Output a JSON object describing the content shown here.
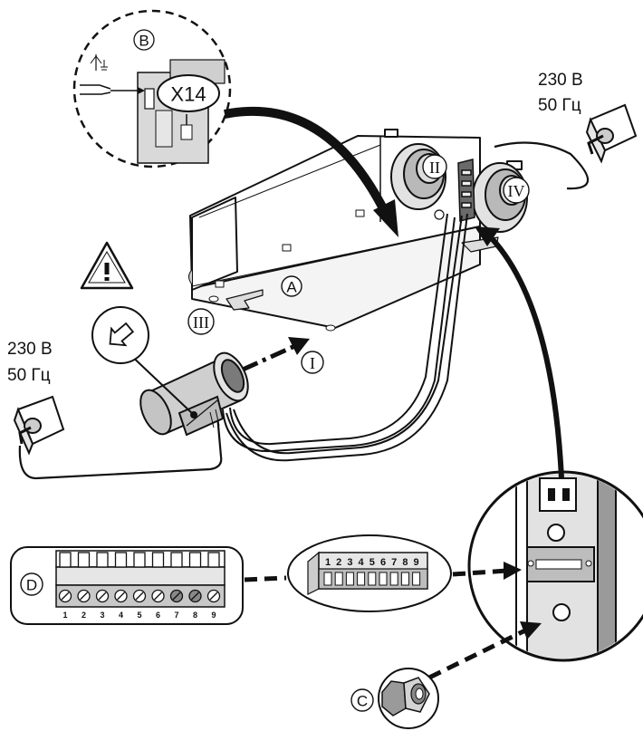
{
  "labels": {
    "a": "A",
    "b": "B",
    "c": "C",
    "d": "D",
    "i": "I",
    "ii": "II",
    "iii": "III",
    "iv": "IV",
    "x14": "X14"
  },
  "power_left": {
    "voltage": "230 В",
    "frequency": "50 Гц"
  },
  "power_right": {
    "voltage": "230 В",
    "frequency": "50 Гц"
  },
  "terminal_pins": [
    "1",
    "2",
    "3",
    "4",
    "5",
    "6",
    "7",
    "8",
    "9"
  ],
  "connector_pins": [
    "1",
    "2",
    "3",
    "4",
    "5",
    "6",
    "7",
    "8",
    "9"
  ]
}
